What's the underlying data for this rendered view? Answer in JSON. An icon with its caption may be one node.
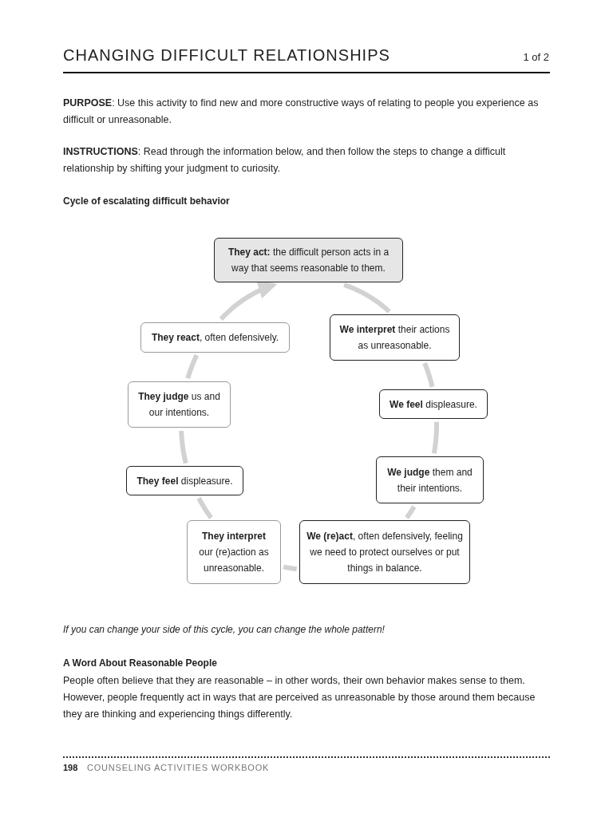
{
  "diagram": {
    "title": "CHANGING DIFFICULT RELATIONSHIPS",
    "nodes": [
      {
        "text": [
          "**They act:** the difficult person acts in a way that seems reasonable to them."
        ]
      },
      {
        "text": [
          "**We interpret** their actions as unreasonable."
        ]
      },
      {
        "text": [
          "**We feel** displeasure."
        ]
      },
      {
        "text": [
          "**We judge** them and their intentions."
        ]
      },
      {
        "text": [
          "**We (re)act**, often defensively, feeling we need to protect ourselves or put things in balance."
        ]
      },
      {
        "text": [
          "**They interpret** our (re)action as unreasonable."
        ]
      },
      {
        "text": [
          "**They feel** displeasure."
        ]
      },
      {
        "text": [
          "**They judge** us and our intentions."
        ]
      },
      {
        "text": [
          "**They react**, often defensively."
        ]
      }
    ],
    "edges": [
      {
        "from": 0,
        "to": 1,
        "arrow": "none"
      },
      {
        "from": 1,
        "to": 2,
        "arrow": "none"
      },
      {
        "from": 2,
        "to": 3,
        "arrow": "none"
      },
      {
        "from": 3,
        "to": 4,
        "arrow": "none"
      },
      {
        "from": 4,
        "to": 5,
        "arrow": "none"
      },
      {
        "from": 5,
        "to": 6,
        "arrow": "none"
      },
      {
        "from": 6,
        "to": 7,
        "arrow": "none"
      },
      {
        "from": 7,
        "to": 8,
        "arrow": "none"
      },
      {
        "from": 8,
        "to": 0,
        "arrow": "to"
      }
    ],
    "labels": [
      "1 of 2",
      "**PURPOSE**: Use this activity to find new and more constructive ways of relating to people you experience as difficult or unreasonable.",
      "**INSTRUCTIONS**: Read through the information below, and then follow the steps to change a difficult relationship by shifting your judgment to curiosity.",
      "Cycle of escalating difficult behavior",
      "If you can change your side of this cycle, you can change the whole pattern!",
      "A Word About Reasonable People",
      "People often believe that they are reasonable – in other words, their own behavior makes sense to them. However, people frequently act in ways that are perceived as unreasonable by those around them because they are thinking and experiencing things differently.",
      "198",
      "COUNSELING ACTIVITIES WORKBOOK"
    ]
  }
}
